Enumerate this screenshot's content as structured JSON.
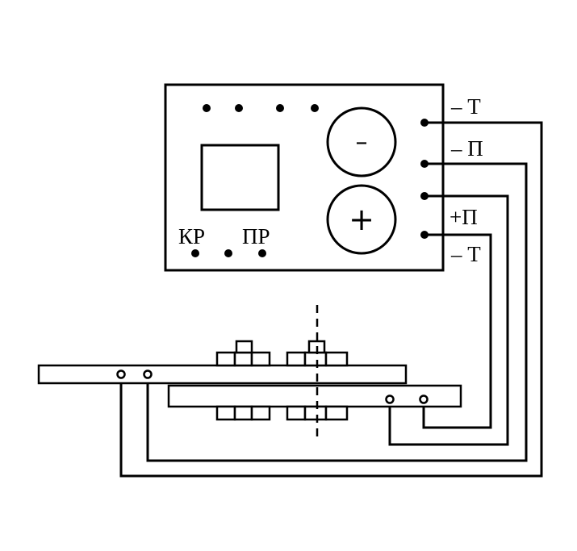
{
  "labels": {
    "kr": "КР",
    "pr": "ПР",
    "minus_t_top": "– Т",
    "minus_p": "– П",
    "plus_p": "+П",
    "minus_t_bottom": "– Т"
  },
  "meter": {
    "minus_sign": "–",
    "plus_sign": "+"
  },
  "colors": {
    "ink": "#000000",
    "paper": "#ffffff"
  }
}
